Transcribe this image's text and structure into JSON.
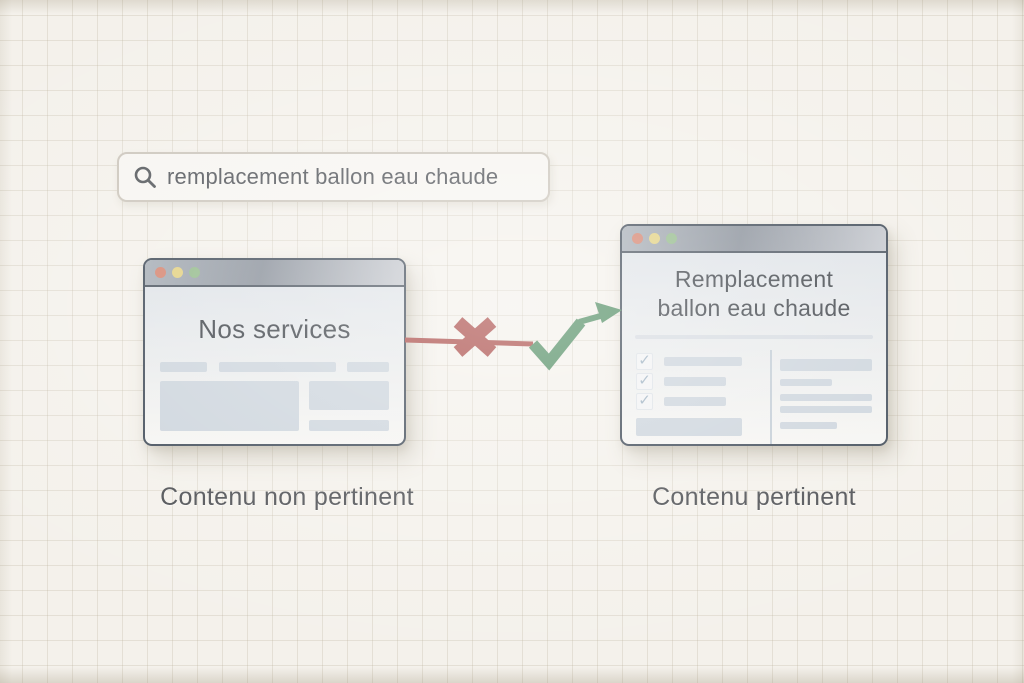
{
  "search": {
    "query": "remplacement ballon eau chaude"
  },
  "windows": {
    "left": {
      "title": "Nos services",
      "caption": "Contenu non pertinent"
    },
    "right": {
      "title_line1": "Remplacement",
      "title_line2": "ballon eau chaude",
      "caption": "Contenu pertinent"
    }
  },
  "icons": {
    "check_glyph": "✓",
    "search_icon": "magnifier",
    "reject_icon": "x-cross",
    "accept_icon": "check-arrow"
  },
  "colors": {
    "background": "#f4f1eb",
    "grid_line": "#e2ddd3",
    "window_border": "#3e4956",
    "titlebar_gray": "#878e98",
    "placeholder_block": "#ccd4dc",
    "reject_red": "#a84743",
    "accept_green": "#4e8b60",
    "traffic_light_red": "#d4826d",
    "traffic_light_yellow": "#e2d07f",
    "traffic_light_green": "#92b989"
  }
}
